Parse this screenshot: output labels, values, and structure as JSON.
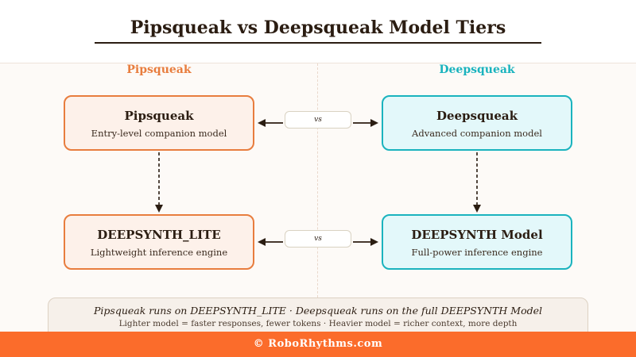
{
  "title": "Pipsqueak vs Deepsqueak Model Tiers",
  "columns": {
    "left": "Pipsqueak",
    "right": "Deepsqueak"
  },
  "boxes": {
    "pipsqueak": {
      "name": "Pipsqueak",
      "desc": "Entry-level companion model"
    },
    "deepsqueak": {
      "name": "Deepsqueak",
      "desc": "Advanced companion model"
    },
    "lite": {
      "name": "DEEPSYNTH_LITE",
      "desc": "Lightweight inference engine"
    },
    "full": {
      "name": "DEEPSYNTH Model",
      "desc": "Full-power inference engine"
    }
  },
  "vs": {
    "top": "vs",
    "bottom": "vs"
  },
  "note": {
    "main": "Pipsqueak runs on DEEPSYNTH_LITE · Deepsqueak runs on the full DEEPSYNTH Model",
    "sub": "Lighter model = faster responses, fewer tokens · Heavier model = richer context, more depth"
  },
  "footer": "© RoboRhythms.com",
  "colors": {
    "orange": "#e87d3e",
    "teal": "#1ab3be",
    "footer_bg": "#fb6c2b",
    "text": "#2b1d12"
  }
}
